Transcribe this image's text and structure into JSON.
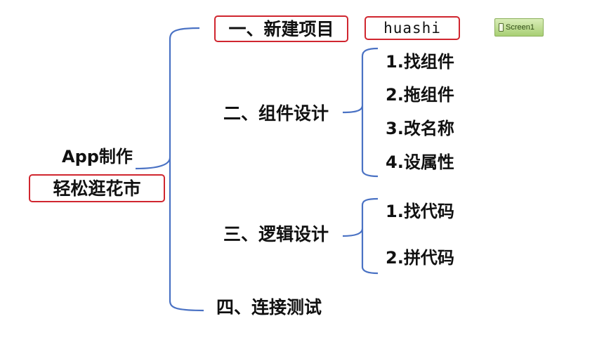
{
  "root": {
    "title": "App制作",
    "subtitle": "轻松逛花市"
  },
  "steps": [
    {
      "label": "一、新建项目",
      "annotation": "huashi"
    },
    {
      "label": "二、组件设计",
      "children": [
        "1.找组件",
        "2.拖组件",
        "3.改名称",
        "4.设属性"
      ]
    },
    {
      "label": "三、逻辑设计",
      "children": [
        "1.找代码",
        "2.拼代码"
      ]
    },
    {
      "label": "四、连接测试"
    }
  ],
  "screen_chip": {
    "icon": "phone-screen-icon",
    "label": "Screen1"
  },
  "colors": {
    "bracket": "#4a72c4",
    "box_border": "#d0262f",
    "text": "#111111"
  }
}
